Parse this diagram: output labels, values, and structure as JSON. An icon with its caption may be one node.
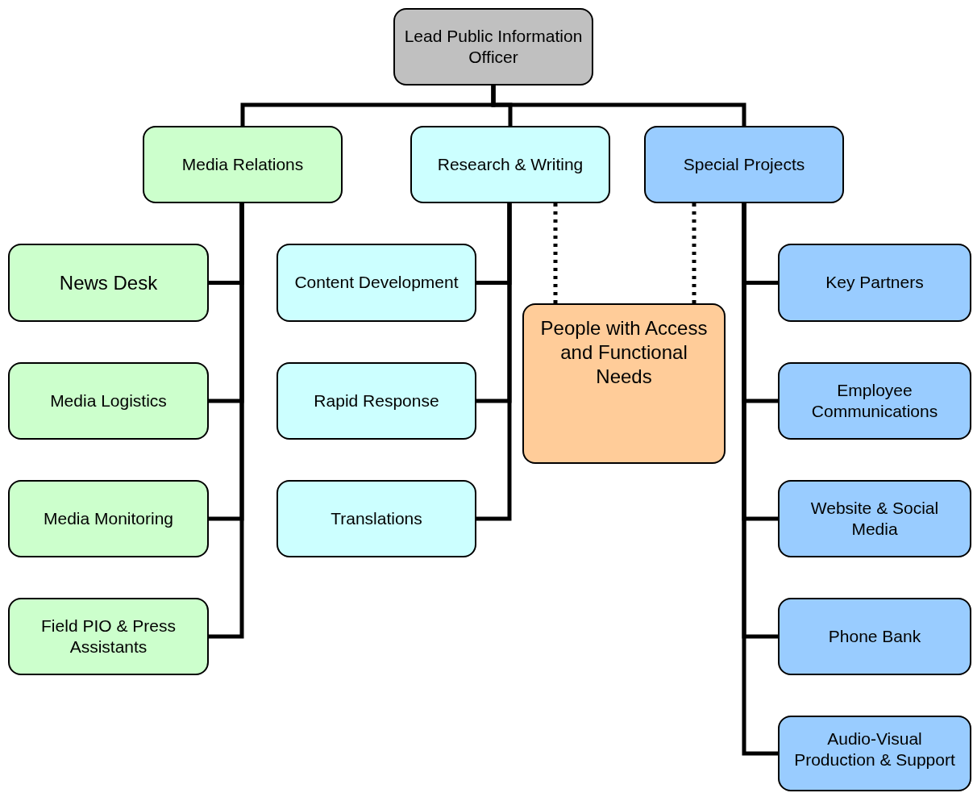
{
  "diagram": {
    "nodes": [
      {
        "text": [
          "Lead Public Information Officer"
        ]
      },
      {
        "text": [
          "Media Relations"
        ]
      },
      {
        "text": [
          "Research & Writing"
        ]
      },
      {
        "text": [
          "Special Projects"
        ]
      },
      {
        "text": [
          "News Desk"
        ]
      },
      {
        "text": [
          "Media Logistics"
        ]
      },
      {
        "text": [
          "Media Monitoring"
        ]
      },
      {
        "text": [
          "Field PIO & Press Assistants"
        ]
      },
      {
        "text": [
          "Content Development"
        ]
      },
      {
        "text": [
          "Rapid Response"
        ]
      },
      {
        "text": [
          "Translations"
        ]
      },
      {
        "text": [
          "People with Access and Functional Needs"
        ]
      },
      {
        "text": [
          "Key Partners"
        ]
      },
      {
        "text": [
          "Employee Communications"
        ]
      },
      {
        "text": [
          "Website & Social Media"
        ]
      },
      {
        "text": [
          "Phone Bank"
        ]
      },
      {
        "text": [
          "Audio-Visual Production & Support"
        ]
      }
    ],
    "edges": [
      {
        "from": 0,
        "to": 1,
        "arrow": "none"
      },
      {
        "from": 0,
        "to": 2,
        "arrow": "none"
      },
      {
        "from": 0,
        "to": 3,
        "arrow": "none"
      },
      {
        "from": 1,
        "to": 4,
        "arrow": "none"
      },
      {
        "from": 1,
        "to": 5,
        "arrow": "none"
      },
      {
        "from": 1,
        "to": 6,
        "arrow": "none"
      },
      {
        "from": 1,
        "to": 7,
        "arrow": "none"
      },
      {
        "from": 2,
        "to": 8,
        "arrow": "none"
      },
      {
        "from": 2,
        "to": 9,
        "arrow": "none"
      },
      {
        "from": 2,
        "to": 10,
        "arrow": "none"
      },
      {
        "from": 2,
        "to": 11,
        "arrow": "none",
        "style": "dashed"
      },
      {
        "from": 3,
        "to": 11,
        "arrow": "none",
        "style": "dashed"
      },
      {
        "from": 3,
        "to": 12,
        "arrow": "none"
      },
      {
        "from": 3,
        "to": 13,
        "arrow": "none"
      },
      {
        "from": 3,
        "to": 14,
        "arrow": "none"
      },
      {
        "from": 3,
        "to": 15,
        "arrow": "none"
      },
      {
        "from": 3,
        "to": 16,
        "arrow": "none"
      }
    ]
  }
}
